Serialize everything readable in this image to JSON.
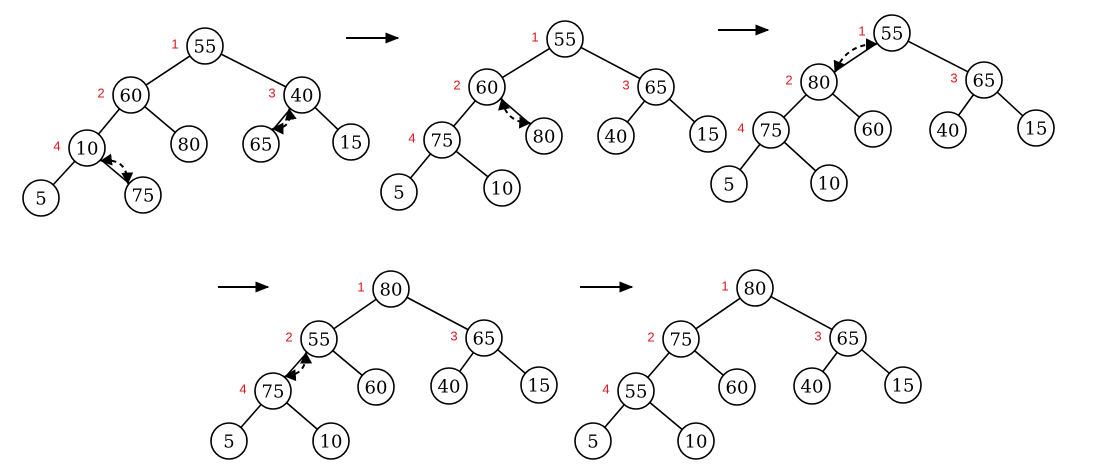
{
  "colors": {
    "index_label": "#e0141e",
    "node_stroke": "#000000",
    "arrow": "#000000"
  },
  "trees": [
    {
      "nodes": [
        {
          "value": "55",
          "index": "1"
        },
        {
          "value": "60",
          "index": "2"
        },
        {
          "value": "40",
          "index": "3"
        },
        {
          "value": "10",
          "index": "4"
        },
        {
          "value": "80",
          "index": ""
        },
        {
          "value": "65",
          "index": ""
        },
        {
          "value": "15",
          "index": ""
        },
        {
          "value": "5",
          "index": ""
        },
        {
          "value": "75",
          "index": ""
        }
      ],
      "edges": [
        [
          0,
          1
        ],
        [
          0,
          2
        ],
        [
          1,
          3
        ],
        [
          1,
          4
        ],
        [
          2,
          5
        ],
        [
          2,
          6
        ],
        [
          3,
          7
        ],
        [
          3,
          8
        ]
      ],
      "swaps": [
        [
          3,
          8
        ],
        [
          5,
          2
        ]
      ]
    },
    {
      "nodes": [
        {
          "value": "55",
          "index": "1"
        },
        {
          "value": "60",
          "index": "2"
        },
        {
          "value": "65",
          "index": "3"
        },
        {
          "value": "75",
          "index": "4"
        },
        {
          "value": "80",
          "index": ""
        },
        {
          "value": "40",
          "index": ""
        },
        {
          "value": "15",
          "index": ""
        },
        {
          "value": "5",
          "index": ""
        },
        {
          "value": "10",
          "index": ""
        }
      ],
      "edges": [
        [
          0,
          1
        ],
        [
          0,
          2
        ],
        [
          1,
          3
        ],
        [
          1,
          4
        ],
        [
          2,
          5
        ],
        [
          2,
          6
        ],
        [
          3,
          7
        ],
        [
          3,
          8
        ]
      ],
      "swaps": [
        [
          1,
          4
        ]
      ]
    },
    {
      "nodes": [
        {
          "value": "55",
          "index": "1"
        },
        {
          "value": "80",
          "index": "2"
        },
        {
          "value": "65",
          "index": "3"
        },
        {
          "value": "75",
          "index": "4"
        },
        {
          "value": "60",
          "index": ""
        },
        {
          "value": "40",
          "index": ""
        },
        {
          "value": "15",
          "index": ""
        },
        {
          "value": "5",
          "index": ""
        },
        {
          "value": "10",
          "index": ""
        }
      ],
      "edges": [
        [
          0,
          1
        ],
        [
          0,
          2
        ],
        [
          1,
          3
        ],
        [
          1,
          4
        ],
        [
          2,
          5
        ],
        [
          2,
          6
        ],
        [
          3,
          7
        ],
        [
          3,
          8
        ]
      ],
      "swaps": [
        [
          1,
          0
        ]
      ]
    },
    {
      "nodes": [
        {
          "value": "80",
          "index": "1"
        },
        {
          "value": "55",
          "index": "2"
        },
        {
          "value": "65",
          "index": "3"
        },
        {
          "value": "75",
          "index": "4"
        },
        {
          "value": "60",
          "index": ""
        },
        {
          "value": "40",
          "index": ""
        },
        {
          "value": "15",
          "index": ""
        },
        {
          "value": "5",
          "index": ""
        },
        {
          "value": "10",
          "index": ""
        }
      ],
      "edges": [
        [
          0,
          1
        ],
        [
          0,
          2
        ],
        [
          1,
          3
        ],
        [
          1,
          4
        ],
        [
          2,
          5
        ],
        [
          2,
          6
        ],
        [
          3,
          7
        ],
        [
          3,
          8
        ]
      ],
      "swaps": [
        [
          3,
          1
        ]
      ]
    },
    {
      "nodes": [
        {
          "value": "80",
          "index": "1"
        },
        {
          "value": "75",
          "index": "2"
        },
        {
          "value": "65",
          "index": "3"
        },
        {
          "value": "55",
          "index": "4"
        },
        {
          "value": "60",
          "index": ""
        },
        {
          "value": "40",
          "index": ""
        },
        {
          "value": "15",
          "index": ""
        },
        {
          "value": "5",
          "index": ""
        },
        {
          "value": "10",
          "index": ""
        }
      ],
      "edges": [
        [
          0,
          1
        ],
        [
          0,
          2
        ],
        [
          1,
          3
        ],
        [
          1,
          4
        ],
        [
          2,
          5
        ],
        [
          2,
          6
        ],
        [
          3,
          7
        ],
        [
          3,
          8
        ]
      ],
      "swaps": []
    }
  ]
}
